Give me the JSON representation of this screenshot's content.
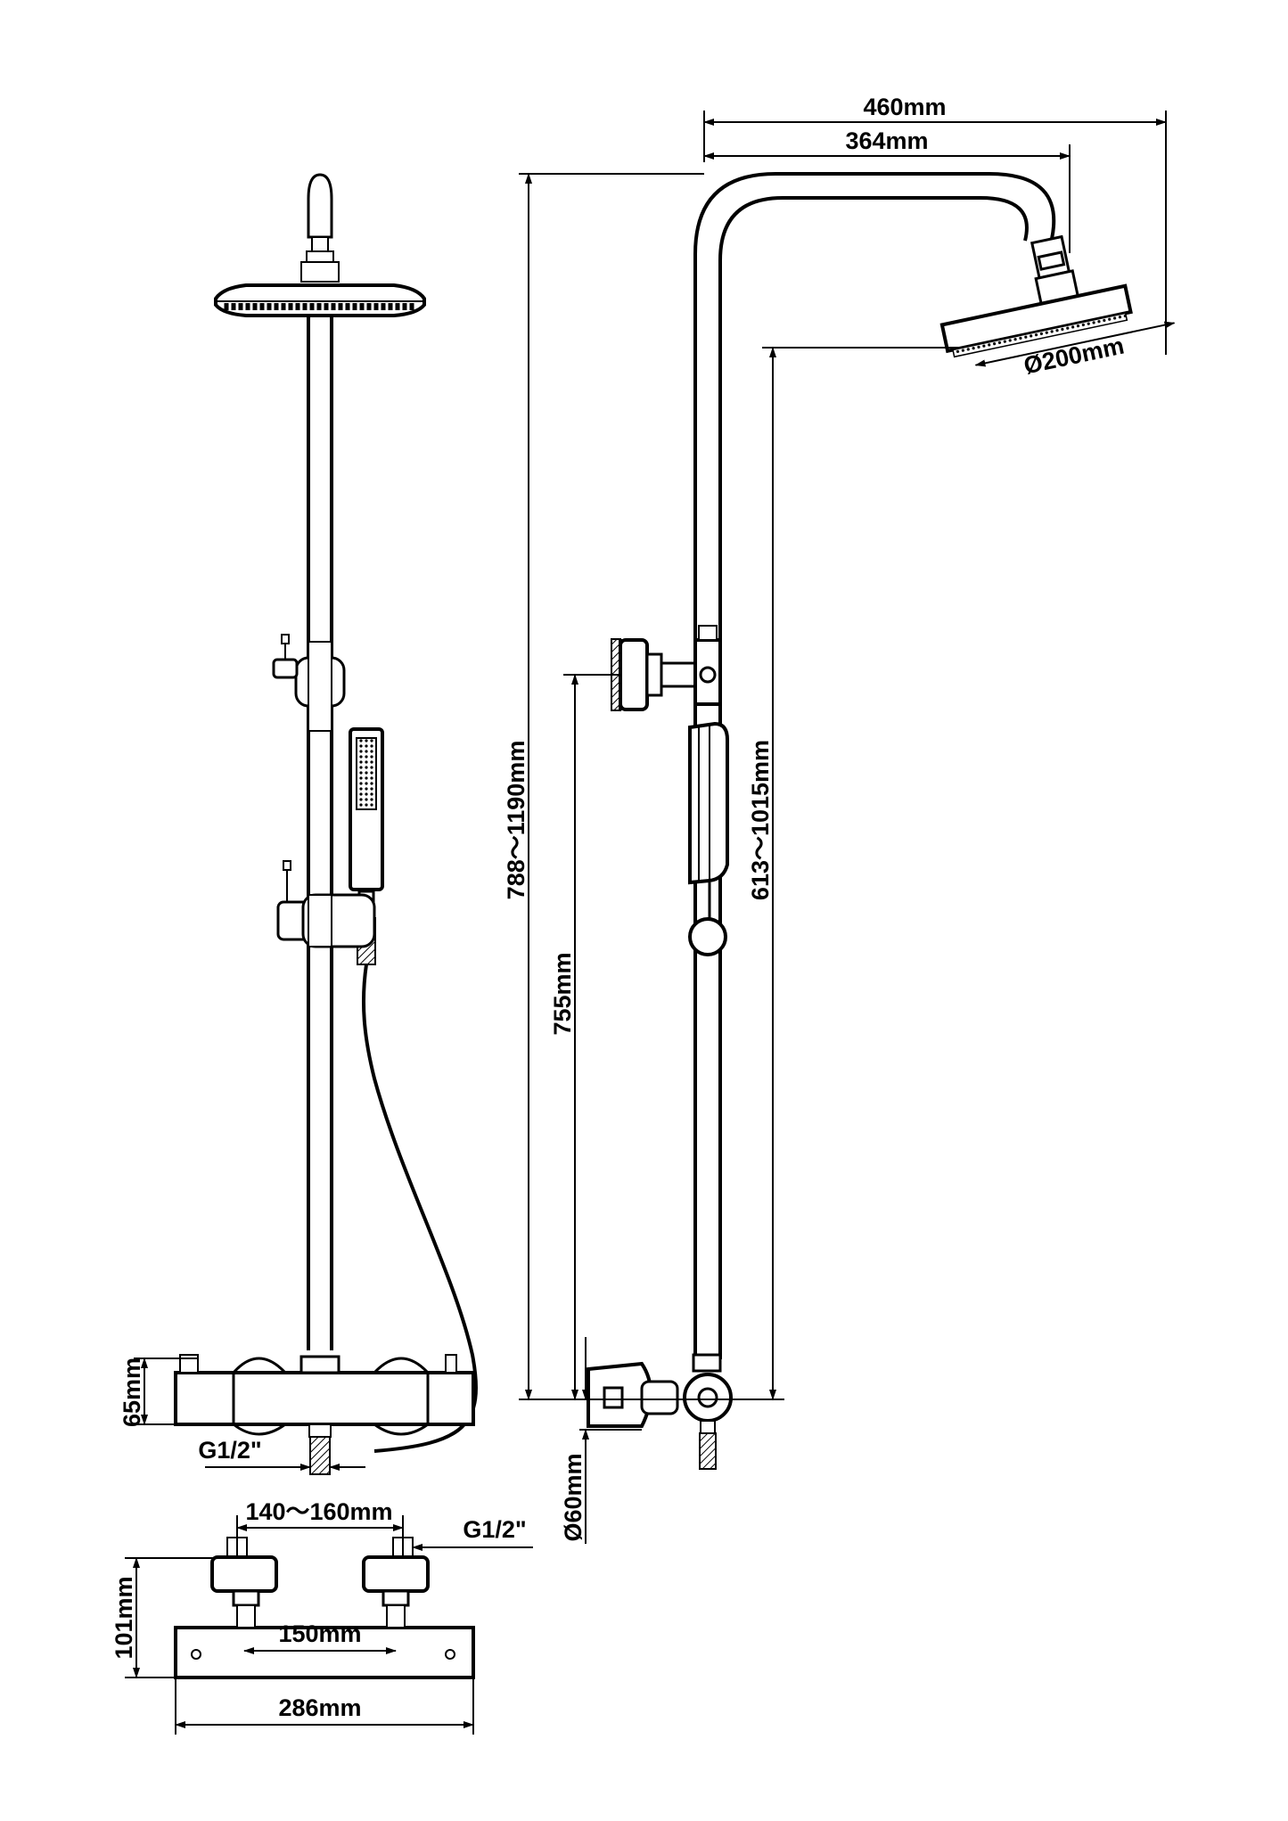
{
  "dimensions": {
    "width_total": "460mm",
    "width_arm": "364mm",
    "head_diameter": "Ø200mm",
    "height_total": "788～1190mm",
    "height_head": "613～1015mm",
    "height_bracket": "755mm",
    "mixer_height": "65mm",
    "outlet_thread": "G1/2\"",
    "inlet_centres": "140～160mm",
    "inlet_thread": "G1/2\"",
    "depth": "101mm",
    "bar_centres": "150mm",
    "bar_length": "286mm",
    "connector_diameter": "Ø60mm"
  }
}
